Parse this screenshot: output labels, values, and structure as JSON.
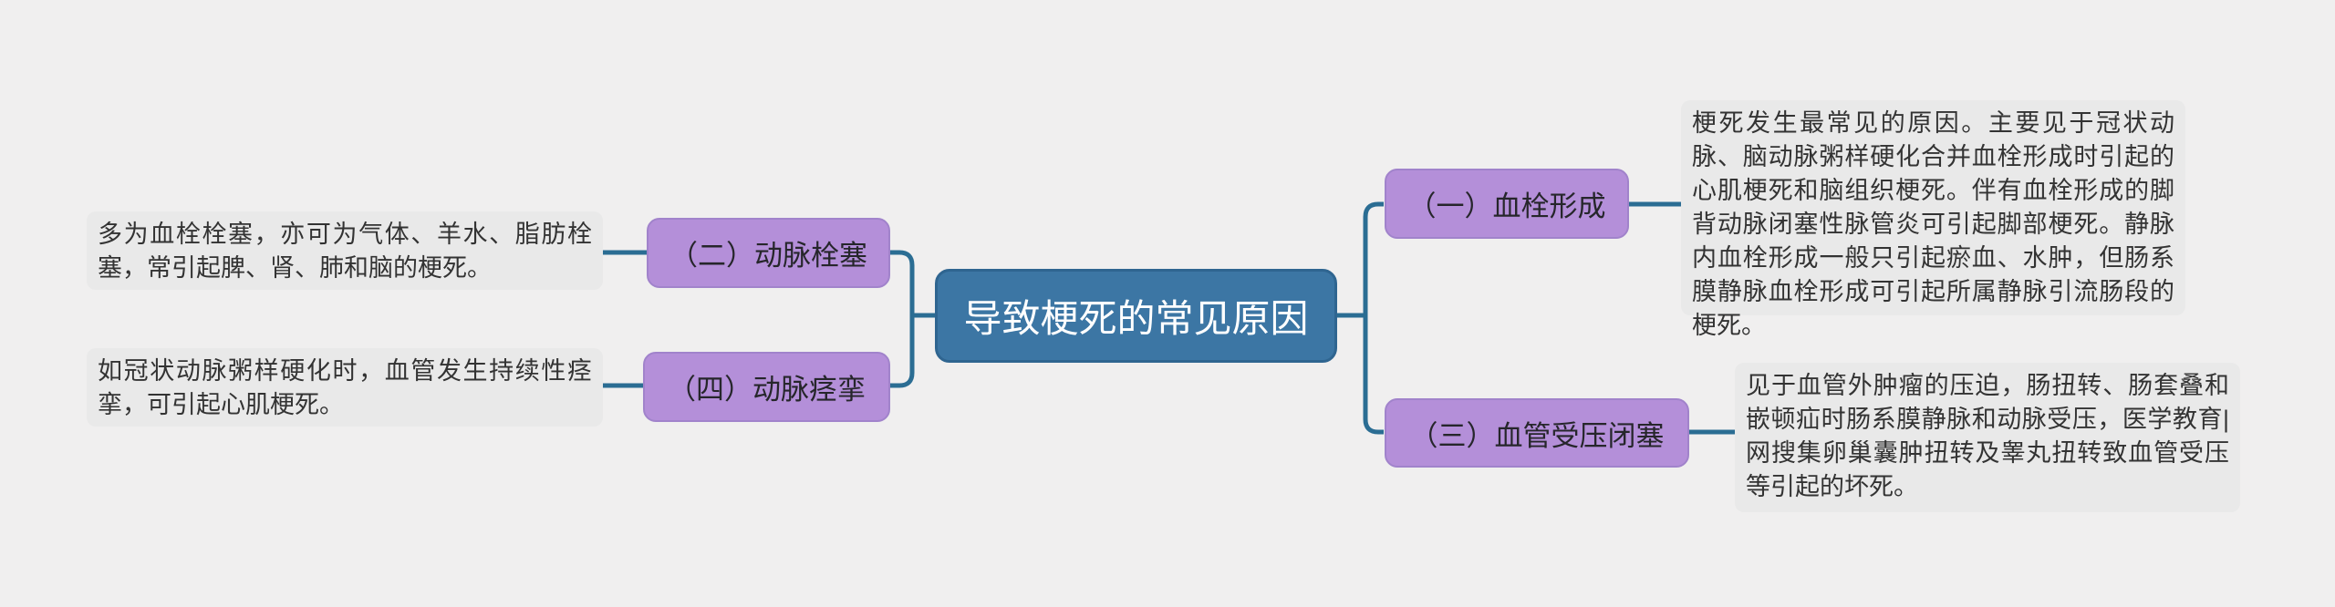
{
  "diagram": {
    "type": "mindmap",
    "center": {
      "label": "导致梗死的常见原因"
    },
    "branches": [
      {
        "label": "（一）血栓形成",
        "side": "right",
        "note": "梗死发生最常见的原因。主要见于冠状动脉、脑动脉粥样硬化合并血栓形成时引起的心肌梗死和脑组织梗死。伴有血栓形成的脚背动脉闭塞性脉管炎可引起脚部梗死。静脉内血栓形成一般只引起瘀血、水肿，但肠系膜静脉血栓形成可引起所属静脉引流肠段的梗死。"
      },
      {
        "label": "（二）动脉栓塞",
        "side": "left",
        "note": "多为血栓栓塞，亦可为气体、羊水、脂肪栓塞，常引起脾、肾、肺和脑的梗死。"
      },
      {
        "label": "（三）血管受压闭塞",
        "side": "right",
        "note": "见于血管外肿瘤的压迫，肠扭转、肠套叠和嵌顿疝时肠系膜静脉和动脉受压，医学教育|网搜集卵巢囊肿扭转及睾丸扭转致血管受压等引起的坏死。"
      },
      {
        "label": "（四）动脉痉挛",
        "side": "left",
        "note": "如冠状动脉粥样硬化时，血管发生持续性痉挛，可引起心肌梗死。"
      }
    ],
    "colors": {
      "background": "#f0efef",
      "center_fill": "#3c76a4",
      "center_border": "#2f6590",
      "center_text": "#ffffff",
      "branch_fill": "#b48fd9",
      "branch_border": "#a183cb",
      "branch_text": "#26262b",
      "note_fill": "#e9e9e9",
      "note_text": "#333333",
      "connector": "#2b6d93"
    }
  }
}
